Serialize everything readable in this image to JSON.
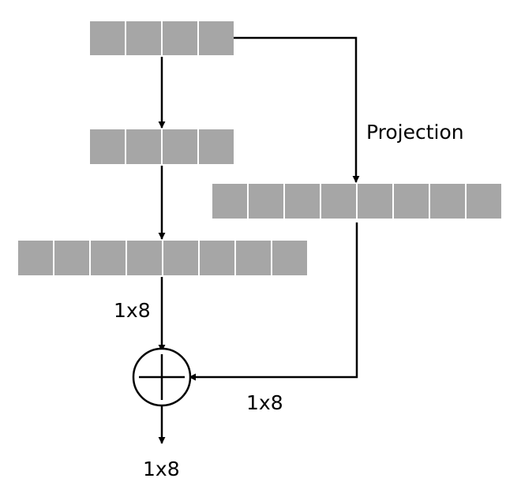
{
  "labels": {
    "projection": "Projection",
    "dim_main": "1x8",
    "dim_skip": "1x8",
    "dim_output": "1x8"
  },
  "blocks": {
    "input": {
      "cells": 4
    },
    "hidden": {
      "cells": 4
    },
    "expanded": {
      "cells": 8
    },
    "projected": {
      "cells": 8
    }
  },
  "colors": {
    "cell": "#a6a6a6",
    "line": "#000000",
    "background": "#ffffff"
  },
  "icons": {
    "sum": "circled-plus-icon"
  }
}
